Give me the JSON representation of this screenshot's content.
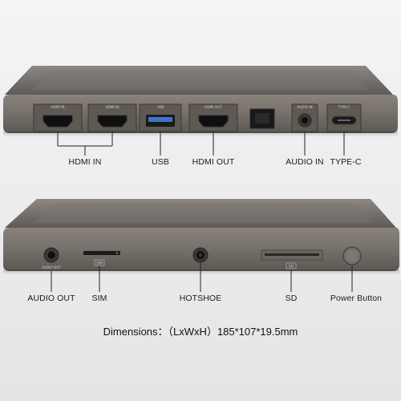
{
  "ports_top": {
    "hdmi_in_1": "HDMI IN",
    "hdmi_in_2": "HDMI IN",
    "usb": "USB",
    "hdmi_out": "HDMI OUT",
    "audio_in": "AUDIO IN",
    "type_c": "TYPE-C"
  },
  "callouts_top": {
    "hdmi_in": "HDMI IN",
    "usb": "USB",
    "hdmi_out": "HDMI OUT",
    "audio_in": "AUDIO IN",
    "type_c": "TYPE-C"
  },
  "ports_bottom": {
    "audio_out": "AUDIO OUT",
    "sim": "SIM",
    "sd": "SD"
  },
  "callouts_bottom": {
    "audio_out": "AUDIO OUT",
    "sim": "SIM",
    "hotshoe": "HOTSHOE",
    "sd": "SD",
    "power_button": "Power Button"
  },
  "dimensions": {
    "label": "Dimensions：",
    "spec": "（LxWxH）185*107*19.5mm"
  },
  "colors": {
    "body": "#6f6a64",
    "usb_blue": "#3f74c9"
  }
}
